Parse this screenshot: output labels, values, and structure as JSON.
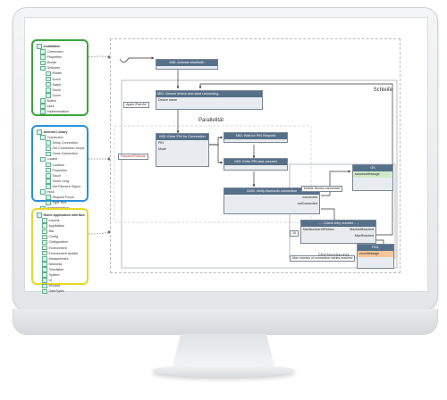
{
  "tree_green": {
    "items": [
      {
        "label": "Installation"
      },
      {
        "label": "Connection"
      },
      {
        "label": "Properties"
      },
      {
        "label": "Mouse"
      },
      {
        "label": "Gestures"
      },
      {
        "label": "Rotate"
      },
      {
        "label": "Scroll"
      },
      {
        "label": "Swipe"
      },
      {
        "label": "Touch"
      },
      {
        "label": "Zoom"
      },
      {
        "label": "Button"
      },
      {
        "label": "Input"
      },
      {
        "label": "Implementation"
      }
    ]
  },
  "tree_blue": {
    "items": [
      {
        "label": "Android Library"
      },
      {
        "label": "Connection"
      },
      {
        "label": "Setup Connection"
      },
      {
        "label": "Get Connection Scope"
      },
      {
        "label": "Close Connection"
      },
      {
        "label": "Locator"
      },
      {
        "label": "Location"
      },
      {
        "label": "Properties"
      },
      {
        "label": "Touch"
      },
      {
        "label": "Touch Long"
      },
      {
        "label": "Get Element Object"
      },
      {
        "label": "Input"
      },
      {
        "label": "Request Focus"
      },
      {
        "label": "Type Text"
      },
      {
        "label": "Implementation"
      }
    ]
  },
  "tree_yellow": {
    "items": [
      {
        "label": "Home Application Interface"
      },
      {
        "label": "Imports"
      },
      {
        "label": "Application"
      },
      {
        "label": "Bar"
      },
      {
        "label": "Config"
      },
      {
        "label": "Configuration"
      },
      {
        "label": "Environment"
      },
      {
        "label": "Environment Update"
      },
      {
        "label": "Measurement"
      },
      {
        "label": "Networks"
      },
      {
        "label": "Simulation"
      },
      {
        "label": "System"
      },
      {
        "label": "UI"
      },
      {
        "label": "Window"
      },
      {
        "label": "DataTypes"
      }
    ]
  },
  "diagram": {
    "loop_label": "Schleife",
    "parallel_label": "Parallelität",
    "branch_label": "Verzweigung",
    "nodes": {
      "activate": "MID: Activate bluetooth",
      "search": "MID: Search device and start connecting",
      "search_body": "Device name",
      "enter_pin": "MID: Enter PIN for Connection",
      "enter_pin_in": "PIN",
      "enter_pin_mode": "Mode",
      "wait_pin": "MID: Wait for PIN Request",
      "enter_pin2": "MID: Enter PIN and connect",
      "verify": "CMN: Verify bluetooth connection",
      "verify_out1": "connected",
      "verify_out2": "notConnected",
      "retry": "..... Check retry number .....",
      "retry_in": "MaxNumberOfRetries",
      "retry_out1": "MaxNotReached",
      "retry_out2": "MaxReached",
      "ok": "OK",
      "ok_body": "successMessage",
      "fail": "FAIL",
      "fail_body": "errorMessage"
    },
    "pills": {
      "device": "Apple iPad Air",
      "random_pin": "RandomPinMode",
      "device_connected": "Mobile Device connected",
      "retries": "10",
      "max_retries": "Max number of connection retries reached"
    }
  },
  "colors": {
    "green": "#3aa53a",
    "blue": "#2b8fd8",
    "yellow": "#e8d82a",
    "node_header": "#57708a",
    "fail_body": "#f5c89a"
  }
}
